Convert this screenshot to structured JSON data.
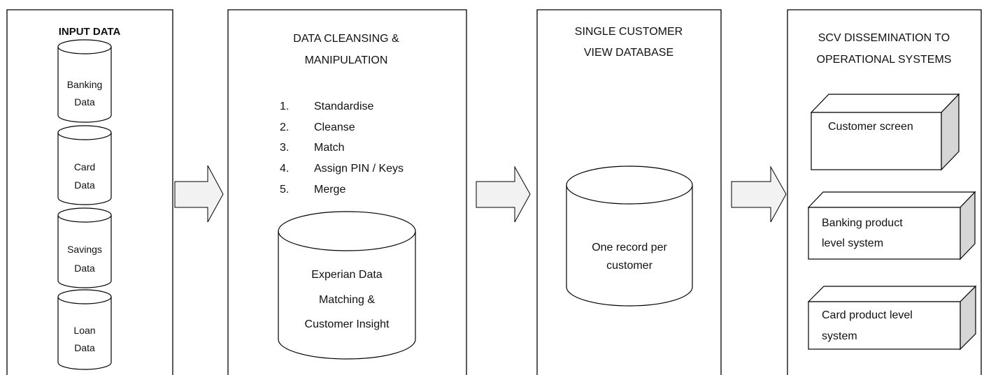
{
  "input": {
    "title": "INPUT DATA",
    "sources": [
      {
        "line1": "Banking",
        "line2": "Data"
      },
      {
        "line1": "Card",
        "line2": "Data"
      },
      {
        "line1": "Savings",
        "line2": "Data"
      },
      {
        "line1": "Loan",
        "line2": "Data"
      }
    ]
  },
  "cleansing": {
    "title_line1": "DATA CLEANSING &",
    "title_line2": "MANIPULATION",
    "steps": [
      {
        "num": "1.",
        "label": "Standardise"
      },
      {
        "num": "2.",
        "label": "Cleanse"
      },
      {
        "num": "3.",
        "label": "Match"
      },
      {
        "num": "4.",
        "label": "Assign PIN / Keys"
      },
      {
        "num": "5.",
        "label": "Merge"
      }
    ],
    "db_line1": "Experian Data",
    "db_line2": "Matching &",
    "db_line3": "Customer Insight"
  },
  "scv": {
    "title_line1": "SINGLE CUSTOMER",
    "title_line2": "VIEW DATABASE",
    "db_line1": "One record per",
    "db_line2": "customer"
  },
  "dissemination": {
    "title_line1": "SCV DISSEMINATION TO",
    "title_line2": "OPERATIONAL SYSTEMS",
    "systems": [
      {
        "line1": "Customer screen",
        "line2": ""
      },
      {
        "line1": "Banking product",
        "line2": "level system"
      },
      {
        "line1": "Card product level",
        "line2": "system"
      }
    ]
  }
}
